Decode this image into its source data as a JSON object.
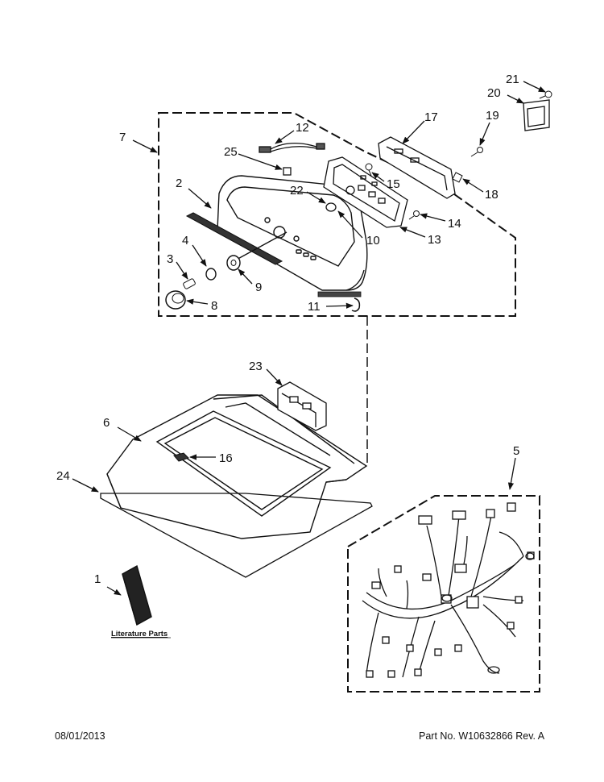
{
  "callouts": [
    "1",
    "2",
    "3",
    "4",
    "5",
    "6",
    "7",
    "8",
    "9",
    "10",
    "11",
    "12",
    "13",
    "14",
    "15",
    "16",
    "17",
    "18",
    "19",
    "20",
    "21",
    "22",
    "23",
    "24",
    "25"
  ],
  "literature_label": "Literature Parts",
  "footer": {
    "date": "08/01/2013",
    "part_number": "Part No.  W10632866  Rev.  A"
  }
}
